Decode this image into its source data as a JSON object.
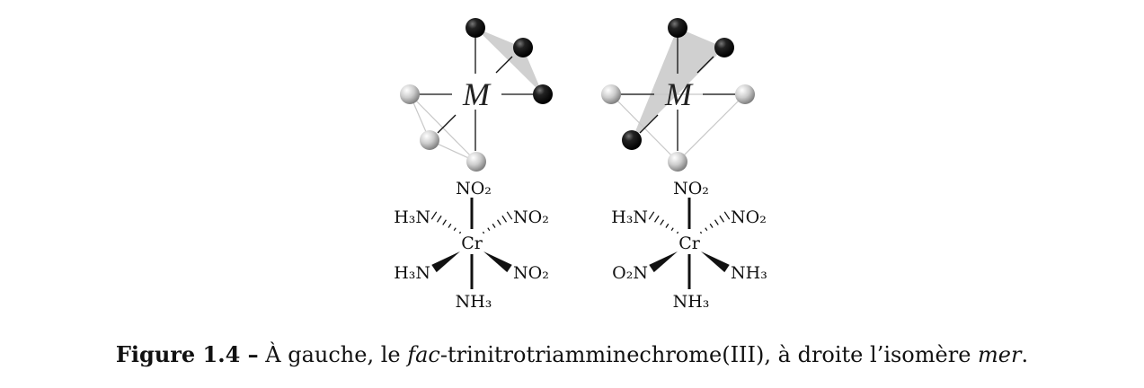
{
  "figure": {
    "left": {
      "metal": "M",
      "center": "Cr",
      "top": "NO₂",
      "upper_left": "H₃N",
      "upper_right": "NO₂",
      "lower_left": "H₃N",
      "lower_right": "NO₂",
      "bottom": "NH₃"
    },
    "right": {
      "metal": "M",
      "center": "Cr",
      "top": "NO₂",
      "upper_left": "H₃N",
      "upper_right": "NO₂",
      "lower_left": "O₂N",
      "lower_right": "NH₃",
      "bottom": "NH₃"
    },
    "colors": {
      "dark_ball": "#111111",
      "light_ball": "#cccccc",
      "face": "#d0d0d0"
    }
  },
  "caption": {
    "label": "Figure 1.4 –",
    "text1": " À gauche, le ",
    "fac": "fac",
    "text2": "-trinitrotriamminechrome(III), à droite l’isomère ",
    "mer": "mer",
    "text3": "."
  }
}
